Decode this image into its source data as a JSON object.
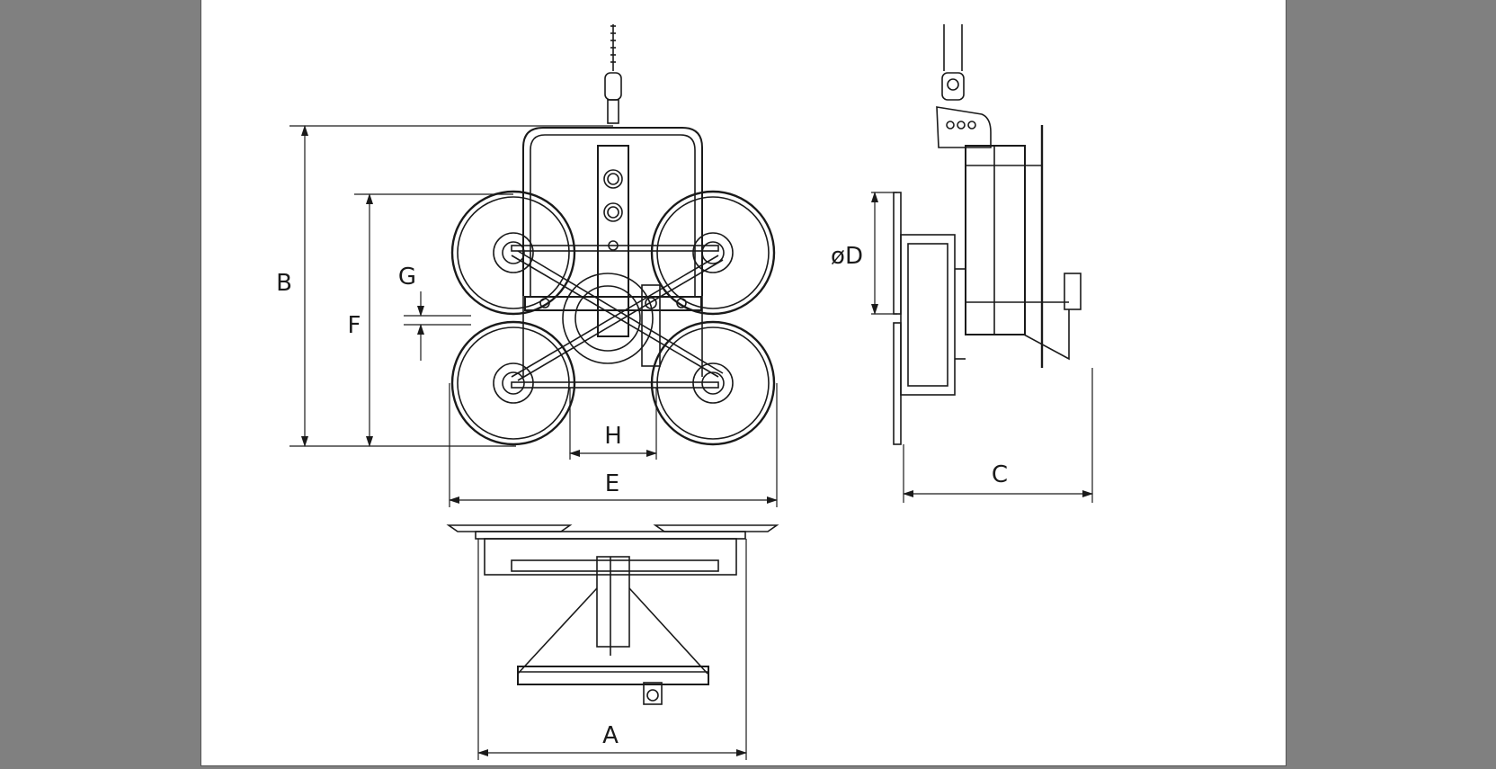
{
  "document": {
    "type": "technical-drawing",
    "subject": "vacuum lifter, four suction pads"
  },
  "dimension_labels": {
    "A": "A",
    "B": "B",
    "C": "C",
    "D": "øD",
    "E": "E",
    "F": "F",
    "G": "G",
    "H": "H"
  },
  "colors": {
    "background": "#808080",
    "page": "#ffffff",
    "line": "#1a1a1a"
  }
}
